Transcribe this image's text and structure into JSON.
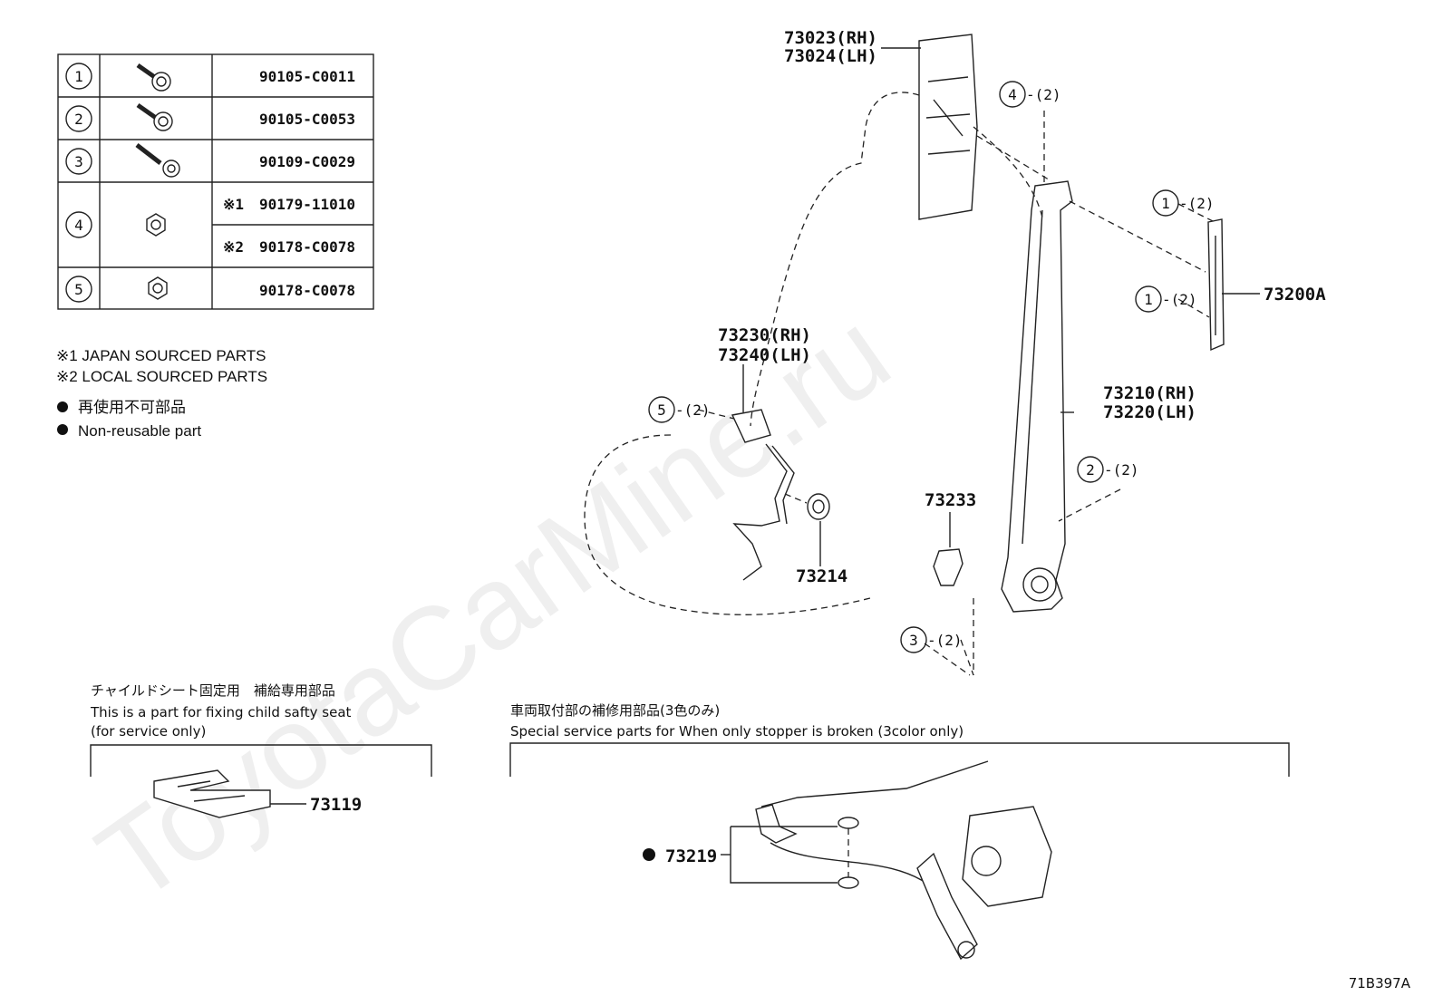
{
  "fastener_table": [
    {
      "index": "1",
      "icon": "bolt-icon",
      "part_no": "90105-C0011"
    },
    {
      "index": "2",
      "icon": "bolt-icon",
      "part_no": "90105-C0053"
    },
    {
      "index": "3",
      "icon": "long-bolt-icon",
      "part_no": "90109-C0029"
    },
    {
      "index": "4",
      "icon": "nut-icon",
      "options": [
        {
          "mark": "※1",
          "part_no": "90179-11010"
        },
        {
          "mark": "※2",
          "part_no": "90178-C0078"
        }
      ]
    },
    {
      "index": "5",
      "icon": "nut-icon",
      "part_no": "90178-C0078"
    }
  ],
  "legend": {
    "note1": "※1  JAPAN SOURCED PARTS",
    "note2": "※2  LOCAL SOURCED PARTS",
    "nonreusable_jp": "再使用不可部品",
    "nonreusable_en": "Non-reusable part"
  },
  "callouts": {
    "c73023": "73023(RH)",
    "c73024": "73024(LH)",
    "c73230": "73230(RH)",
    "c73240": "73240(LH)",
    "c73210": "73210(RH)",
    "c73220": "73220(LH)",
    "c73200a": "73200A",
    "c73214": "73214",
    "c73233": "73233",
    "c73119": "73119",
    "c73219": "73219",
    "qty": "-(2)"
  },
  "bubbles": {
    "b4": "4",
    "b1a": "1",
    "b1b": "1",
    "b5": "5",
    "b2": "2",
    "b3": "3"
  },
  "child_seat_box": {
    "title_jp": "チャイルドシート固定用　補給専用部品",
    "line1": "This is a part for fixing child safty seat",
    "line2": "(for service only)"
  },
  "stopper_box": {
    "title_jp": "車両取付部の補修用部品(3色のみ)",
    "line1": "Special service parts for When only stopper is broken (3color only)"
  },
  "watermark": "ToyotaCarMine.ru",
  "figure_id": "71B397A"
}
